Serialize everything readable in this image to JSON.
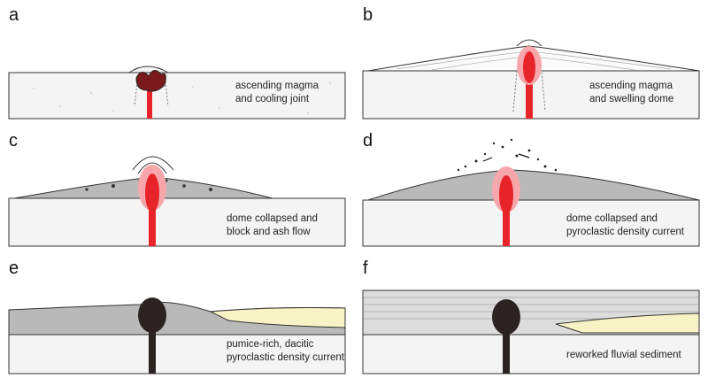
{
  "panels": [
    {
      "label": "a",
      "caption": [
        "ascending magma",
        "and cooling joint"
      ]
    },
    {
      "label": "b",
      "caption": [
        "ascending magma",
        "and swelling dome"
      ]
    },
    {
      "label": "c",
      "caption": [
        "dome collapsed and",
        "block and ash flow"
      ]
    },
    {
      "label": "d",
      "caption": [
        "dome collapsed and",
        "pyroclastic density current"
      ]
    },
    {
      "label": "e",
      "caption": [
        "pumice-rich, dacitic",
        "pyroclastic density current"
      ]
    },
    {
      "label": "f",
      "caption": [
        "reworked fluvial sediment"
      ]
    }
  ],
  "colors": {
    "magma": "#e8242b",
    "magma_glow": "#f7a7ab",
    "solidified": "#2b2322",
    "deposit": "#b9b9b9",
    "fluvial": "#f8f3c4",
    "basement": "#f4f4f4"
  }
}
